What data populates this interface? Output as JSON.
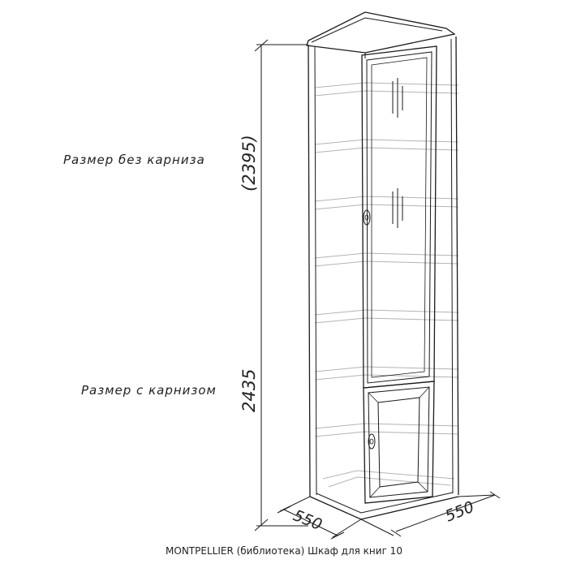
{
  "labels": {
    "without_cornice": "Размер без карниза",
    "with_cornice": "Размер с карнизом"
  },
  "dimensions": {
    "height_without_cornice": "(2395)",
    "height_with_cornice": "2435",
    "depth_left": "550",
    "depth_right": "550"
  },
  "caption": "MONTPELLIER (библиотека) Шкаф для книг 10"
}
